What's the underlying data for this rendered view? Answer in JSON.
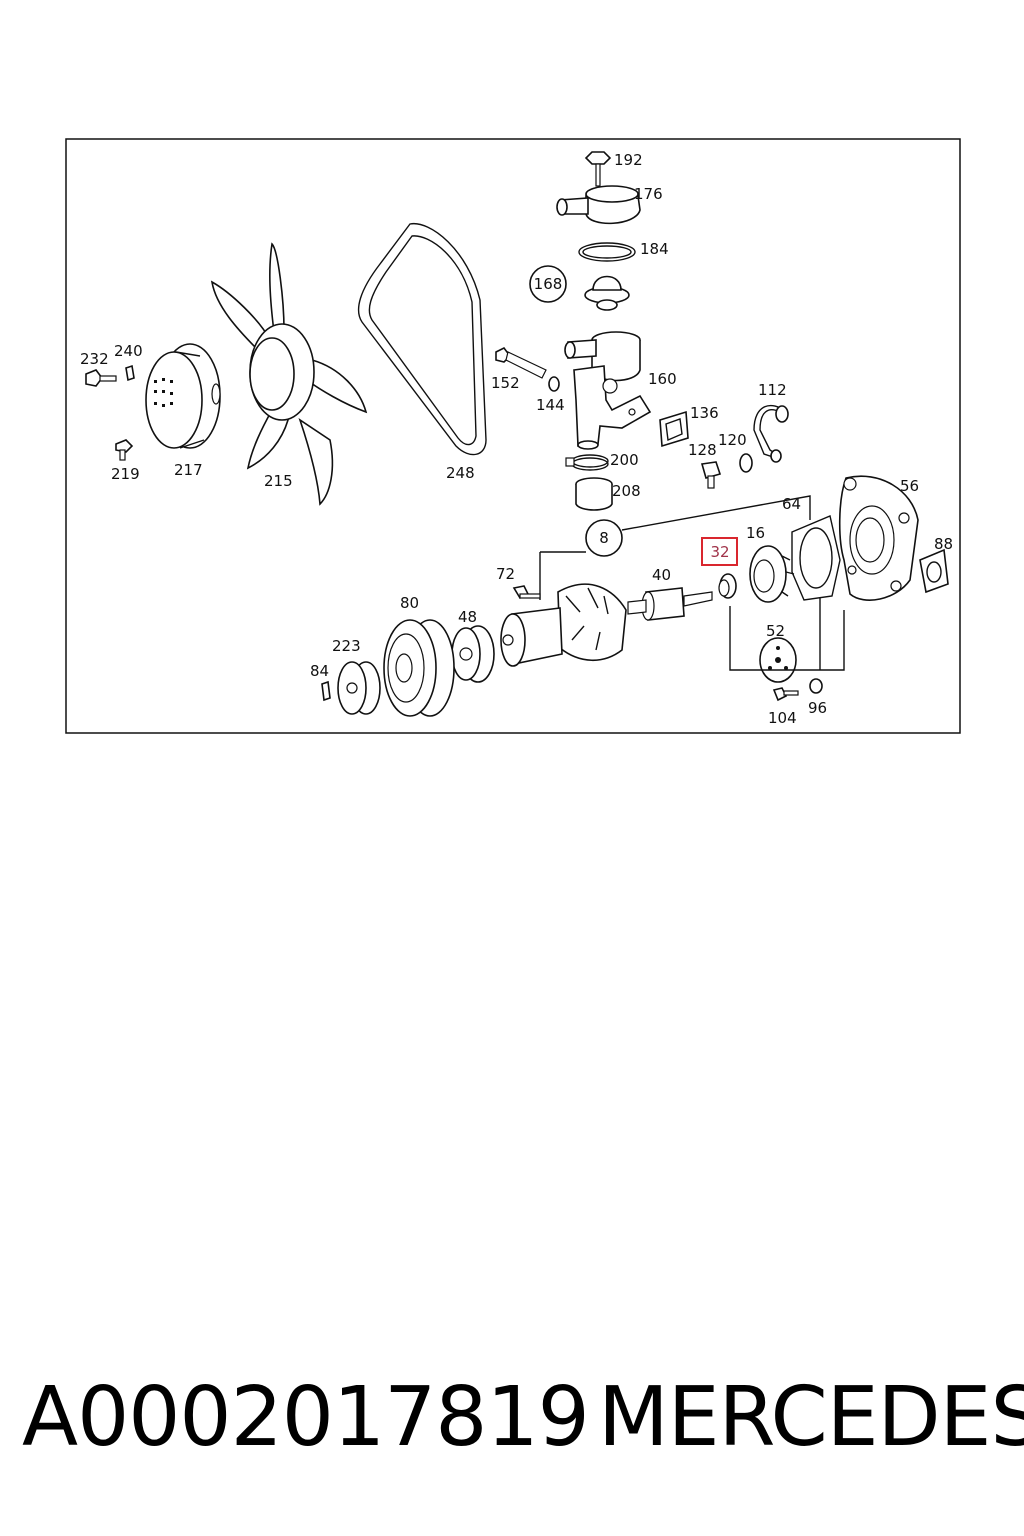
{
  "diagram": {
    "callouts": [
      "192",
      "176",
      "184",
      "168",
      "152",
      "144",
      "160",
      "136",
      "112",
      "120",
      "128",
      "200",
      "208",
      "232",
      "240",
      "219",
      "217",
      "215",
      "248",
      "56",
      "64",
      "16",
      "32",
      "88",
      "8",
      "72",
      "40",
      "80",
      "48",
      "223",
      "84",
      "52",
      "104",
      "96"
    ],
    "highlighted_callout": "32",
    "highlight_color": "#d9262e"
  },
  "caption": {
    "part_number": "A0002017819",
    "brand": "MERCEDES"
  }
}
